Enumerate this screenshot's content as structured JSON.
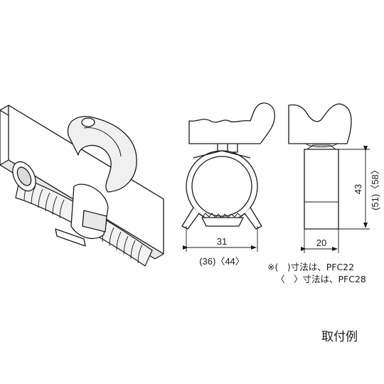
{
  "dimensions": {
    "width_main": "31",
    "width_alt": "(36)〈44〉",
    "side_width": "20",
    "height_main": "43",
    "height_alt": "(51)〈58〉"
  },
  "notes": {
    "line1": "※(　)寸法は、PFC22",
    "line2": "〈　〉寸法は、PFC28"
  },
  "caption": "取付例"
}
